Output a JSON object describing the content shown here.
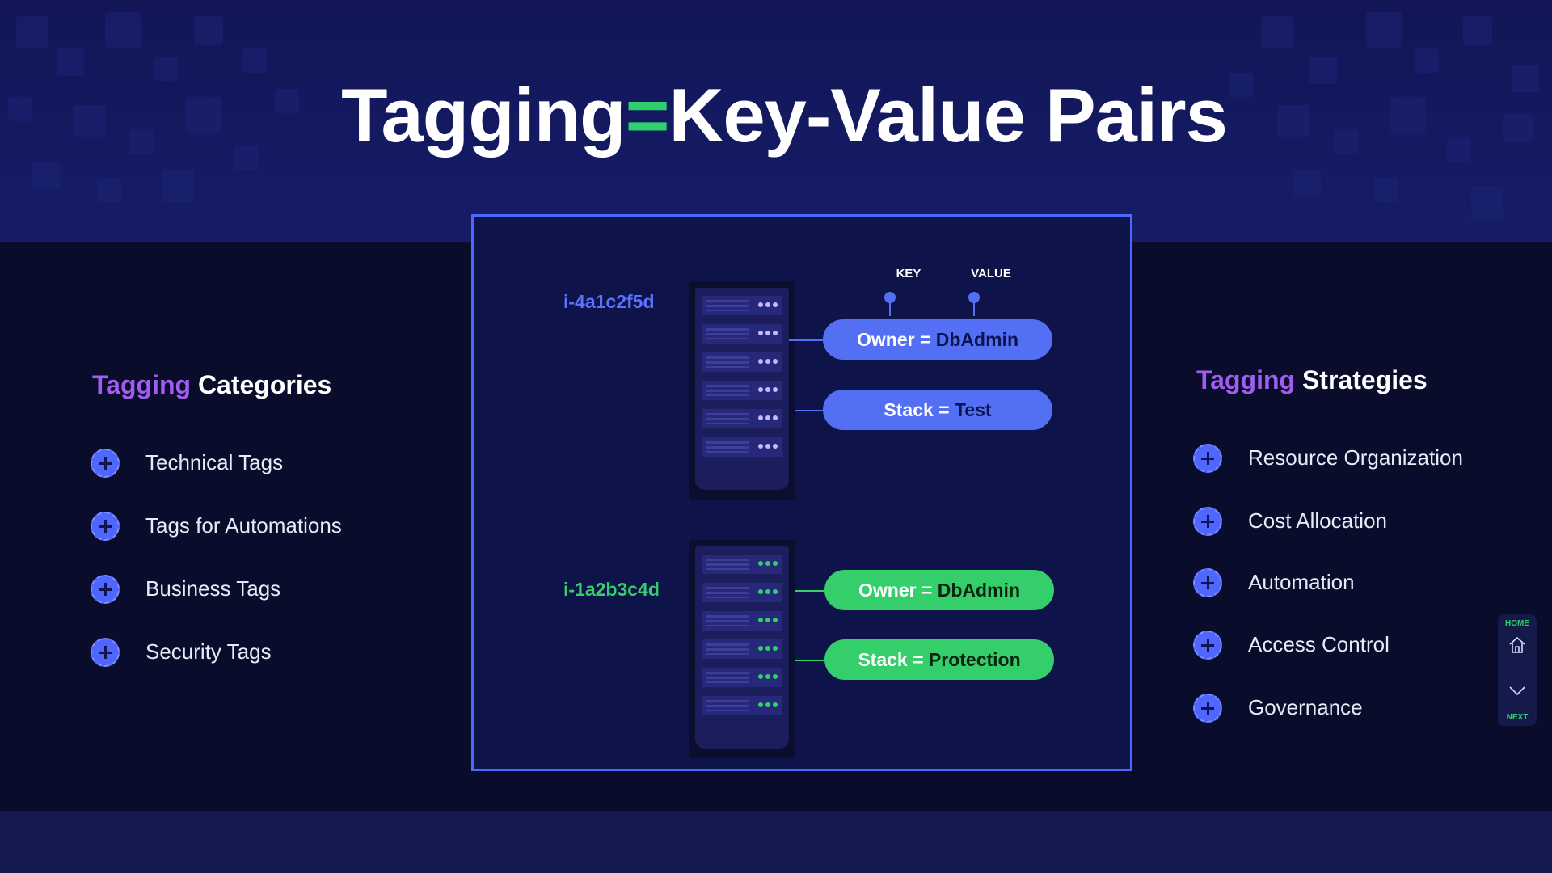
{
  "title": {
    "part1": "Tagging",
    "equals": "=",
    "part2": "Key-Value Pairs"
  },
  "colors": {
    "accent_green": "#2ed06e",
    "accent_purple": "#a15cf0",
    "accent_blue": "#5370f5",
    "background": "#0a0c2c"
  },
  "diagram": {
    "key_label": "KEY",
    "value_label": "VALUE",
    "instances": [
      {
        "id": "i-4a1c2f5d",
        "color": "#5370f5",
        "tags": [
          {
            "key": "Owner",
            "sep": " = ",
            "value": "DbAdmin"
          },
          {
            "key": "Stack",
            "sep": " = ",
            "value": "Test"
          }
        ]
      },
      {
        "id": "i-1a2b3c4d",
        "color": "#34cf6b",
        "tags": [
          {
            "key": "Owner",
            "sep": " = ",
            "value": "DbAdmin"
          },
          {
            "key": "Stack",
            "sep": " = ",
            "value": "Protection"
          }
        ]
      }
    ]
  },
  "categories": {
    "heading_accent": "Tagging",
    "heading_rest": " Categories",
    "items": [
      "Technical Tags",
      "Tags for Automations",
      "Business Tags",
      "Security Tags"
    ],
    "icon": "plus-circle-icon"
  },
  "strategies": {
    "heading_accent": "Tagging",
    "heading_rest": " Strategies",
    "items": [
      "Resource Organization",
      "Cost Allocation",
      "Automation",
      "Access Control",
      "Governance"
    ],
    "icon": "plus-circle-icon"
  },
  "nav": {
    "home_label": "HOME",
    "next_label": "NEXT",
    "home_icon": "home-icon",
    "next_icon": "chevron-down-icon"
  }
}
